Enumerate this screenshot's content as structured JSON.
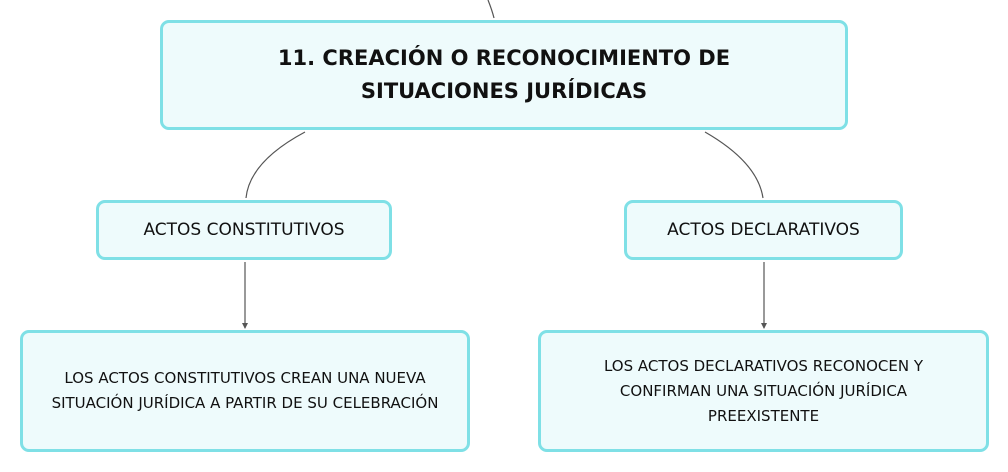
{
  "diagram": {
    "main_topic": "11. CREACIÓN O RECONOCIMIENTO DE SITUACIONES JURÍDICAS",
    "branches": [
      {
        "label": "ACTOS CONSTITUTIVOS",
        "detail": "LOS ACTOS CONSTITUTIVOS CREAN UNA NUEVA SITUACIÓN JURÍDICA A PARTIR DE SU CELEBRACIÓN"
      },
      {
        "label": "ACTOS DECLARATIVOS",
        "detail": "LOS ACTOS DECLARATIVOS RECONOCEN Y CONFIRMAN UNA SITUACIÓN JURÍDICA PREEXISTENTE"
      }
    ]
  },
  "colors": {
    "node_fill": "#eefbfc",
    "node_border": "#7fe0e6",
    "connector": "#555555"
  }
}
